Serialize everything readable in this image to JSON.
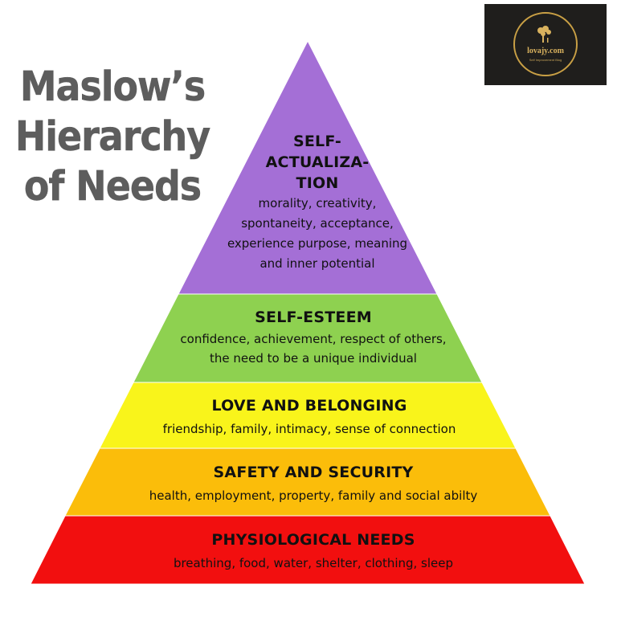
{
  "title": {
    "line1": "Maslow’s",
    "line2": "Hierarchy",
    "line3": "of Needs"
  },
  "logo": {
    "name": "lovajy.com",
    "tagline": "Self Improvement Blog"
  },
  "tiers": [
    {
      "name": "SELF-\nACTUALIZA-\nTION",
      "description": "morality, creativity,\nspontaneity, acceptance,\nexperience purpose, meaning\nand inner potential",
      "color": "#a46fd6"
    },
    {
      "name": "SELF-ESTEEM",
      "description": "confidence, achievement, respect of others,\nthe need to be a unique individual",
      "color": "#8ed150"
    },
    {
      "name": "LOVE AND BELONGING",
      "description": "friendship, family, intimacy, sense of connection",
      "color": "#f9f41b"
    },
    {
      "name": "SAFETY AND SECURITY",
      "description": "health, employment, property, family and social abilty",
      "color": "#fbbd0a"
    },
    {
      "name": "PHYSIOLOGICAL NEEDS",
      "description": "breathing, food, water, shelter, clothing, sleep",
      "color": "#f20f0f"
    }
  ]
}
